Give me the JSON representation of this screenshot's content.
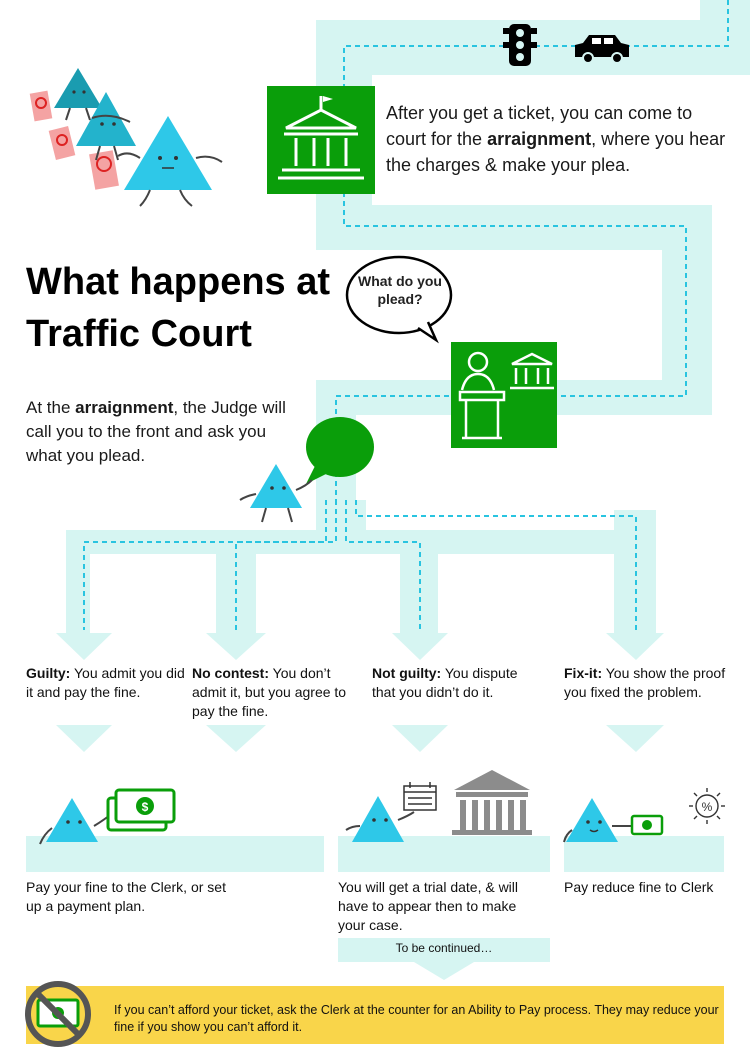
{
  "title": "What happens at Traffic Court",
  "intro": {
    "before": "After you get a ticket, you can come to court for the ",
    "bold": "arraignment",
    "after": ", where you hear the charges & make your plea."
  },
  "arraignment_text": {
    "before": "At the ",
    "bold": "arraignment",
    "after": ", the Judge will call you to the front and ask you what you plead."
  },
  "speech_bubble": "What do you plead?",
  "options": [
    {
      "label": "Guilty:",
      "text": " You admit you did it and pay the fine."
    },
    {
      "label": "No contest:",
      "text": " You don’t admit it, but you agree to pay the fine."
    },
    {
      "label": "Not guilty:",
      "text": " You dispute that you didn’t do it."
    },
    {
      "label": "Fix-it:",
      "text": " You show the proof you fixed the problem."
    }
  ],
  "results": [
    "Pay your fine to the Clerk, or set up a payment plan.",
    "You will get a trial date, & will have to appear then to make your case.",
    "Pay reduce fine to Clerk"
  ],
  "to_be_continued": "To be continued…",
  "banner_text": "If you can’t afford your ticket, ask the Clerk at the counter for an Ability to Pay process. They may reduce your fine if you show you can’t afford it.",
  "colors": {
    "path": "#d6f5f2",
    "dashed": "#29c4e0",
    "green": "#0a9e0a",
    "triangle": "#2ec8e8",
    "banner": "#f9d54a",
    "ticket": "#f4a3a3"
  }
}
